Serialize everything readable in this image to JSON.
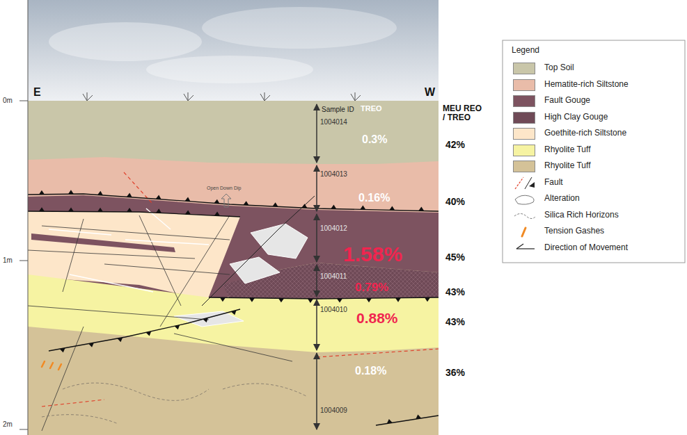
{
  "diagram": {
    "labels": [
      "E",
      "W",
      "0m",
      "1m",
      "2m",
      "Sample ID",
      "TREO",
      "MEU REO / TREO",
      "Open Down Dip",
      "1004014",
      "0.3%",
      "42%",
      "1004013",
      "0.16%",
      "40%",
      "1004012",
      "1.58%",
      "45%",
      "1004011",
      "0.79%",
      "43%",
      "1004010",
      "0.88%",
      "43%",
      "1004009",
      "0.18%",
      "36%",
      "Legend"
    ],
    "legend": [
      {
        "text": "Top Soil",
        "color": "#c9c6a9"
      },
      {
        "text": "Hematite-rich Siltstone",
        "color": "#e9bca9"
      },
      {
        "text": "Fault Gouge",
        "color": "#7d5360"
      },
      {
        "text": "High Clay Gouge",
        "color": "#6f4a57"
      },
      {
        "text": "Goethite-rich Siltstone",
        "color": "#fde6c9"
      },
      {
        "text": "Rhyolite Tuff",
        "color": "#f6f3a2"
      },
      {
        "text": "Rhyolite Tuff",
        "color": "#d4c298"
      },
      {
        "text": "Fault"
      },
      {
        "text": "Alteration"
      },
      {
        "text": "Silica Rich Horizons"
      },
      {
        "text": "Tension Gashes"
      },
      {
        "text": "Direction of Movement"
      }
    ]
  }
}
